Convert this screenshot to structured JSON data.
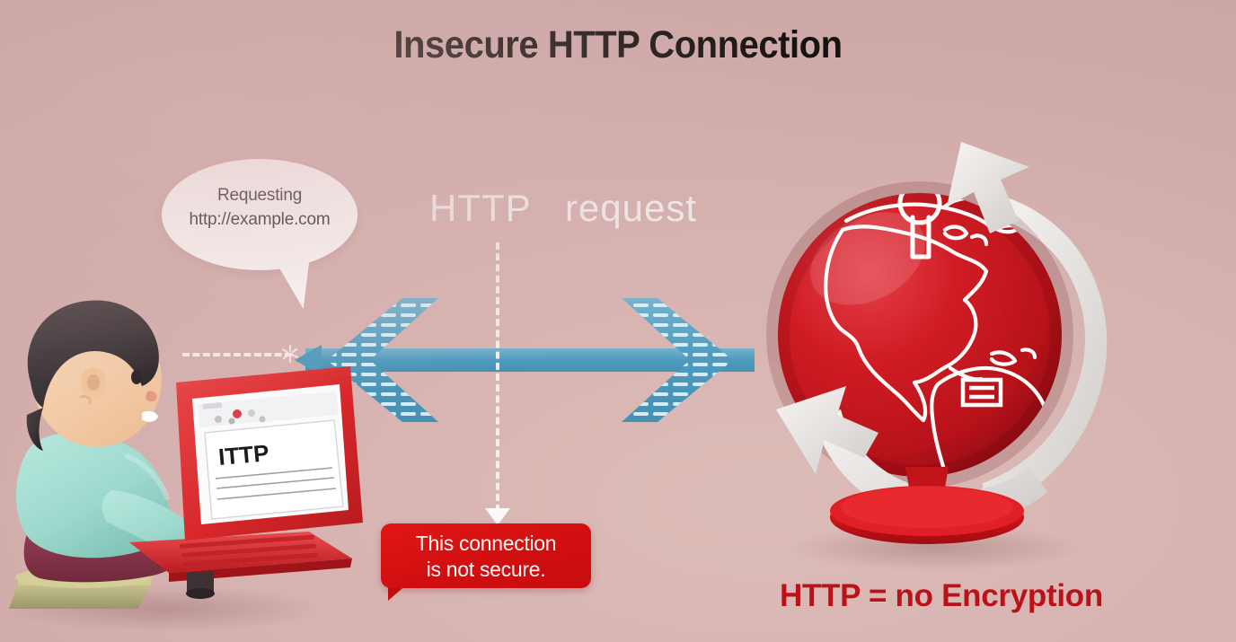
{
  "page": {
    "title": "Insecure HTTP Connection",
    "background_color": "#d2afae"
  },
  "annotations": {
    "channel_label": "HTTP   request",
    "channel_arrow_color": "#5a9fc0",
    "dashed_line_color": "#f6f1f0"
  },
  "speech_bubble": {
    "text": "Requesting http://example.com",
    "background_color": "#fdfcfb",
    "text_color": "#2b2b2b"
  },
  "warning": {
    "line1": "This connection",
    "line2": "is not secure.",
    "background_color": "#d81010",
    "text_color": "#fdf7f5"
  },
  "footer": {
    "encryption_note": "HTTP = no Encryption",
    "color": "#bb1118"
  },
  "laptop": {
    "screen_text": "ITTP",
    "body_color": "#d7272b",
    "screen_color": "#ffffff"
  },
  "globe": {
    "color": "#c8171f",
    "outline_color": "#ffffff",
    "arc_color": "#eae7e5",
    "stand_color": "#d81a1f"
  },
  "person": {
    "hair_color": "#3a3335",
    "skin_color": "#f3cdab",
    "sweater_color": "#a5ddd3",
    "pants_color": "#8e3b51",
    "cushion_color": "#b6b482"
  }
}
